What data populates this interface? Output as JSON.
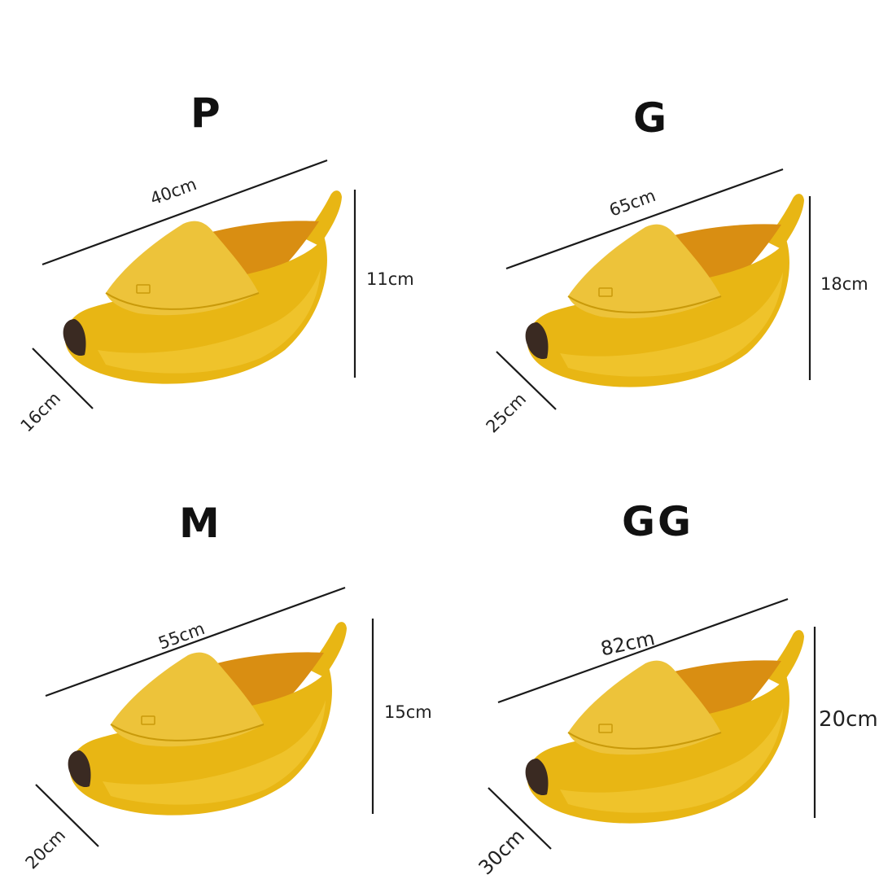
{
  "products": [
    {
      "size": "P",
      "length": "40cm",
      "height": "11cm",
      "width": "16cm"
    },
    {
      "size": "G",
      "length": "65cm",
      "height": "18cm",
      "width": "25cm"
    },
    {
      "size": "M",
      "length": "55cm",
      "height": "15cm",
      "width": "20cm"
    },
    {
      "size": "GG",
      "length": "82cm",
      "height": "20cm",
      "width": "30cm"
    }
  ],
  "colors": {
    "peel": "#E8B614",
    "peel_light": "#F3CB3A",
    "peel_shadow": "#C99A0A",
    "flap": "#EDC33A",
    "interior": "#D98E12",
    "tip": "#3A2A22",
    "line": "#1A1A1A"
  }
}
